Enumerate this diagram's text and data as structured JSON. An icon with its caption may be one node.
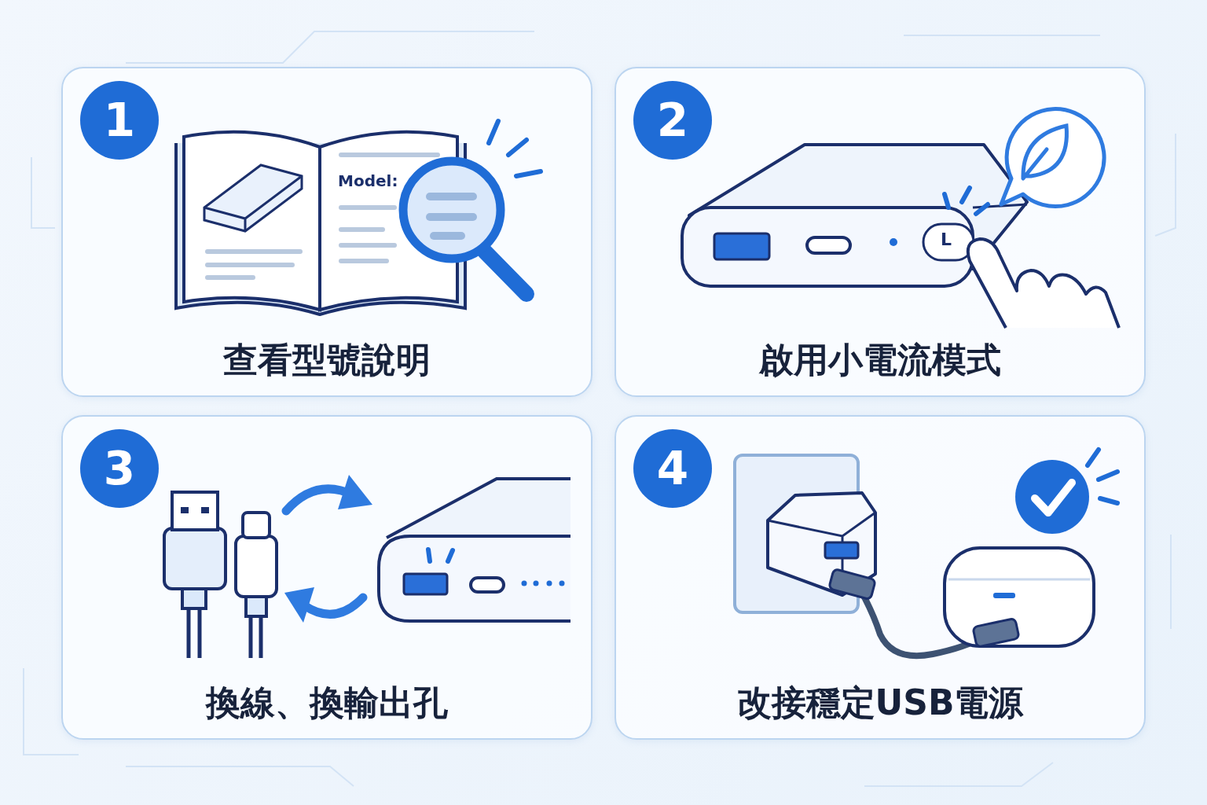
{
  "diagram": {
    "nodes": [
      {
        "text": [
          "查看型號說明"
        ]
      },
      {
        "text": [
          "1"
        ],
        "in": 0
      },
      {
        "text": [
          "啟用小電流模式"
        ]
      },
      {
        "text": [
          "2"
        ],
        "in": 2
      },
      {
        "text": [
          "換線、換輸出孔"
        ]
      },
      {
        "text": [
          "3"
        ],
        "in": 4
      },
      {
        "text": [
          "改接穩定USB電源"
        ]
      },
      {
        "text": [
          "4"
        ],
        "in": 6
      }
    ],
    "labels": [
      "Model:",
      "L"
    ]
  }
}
